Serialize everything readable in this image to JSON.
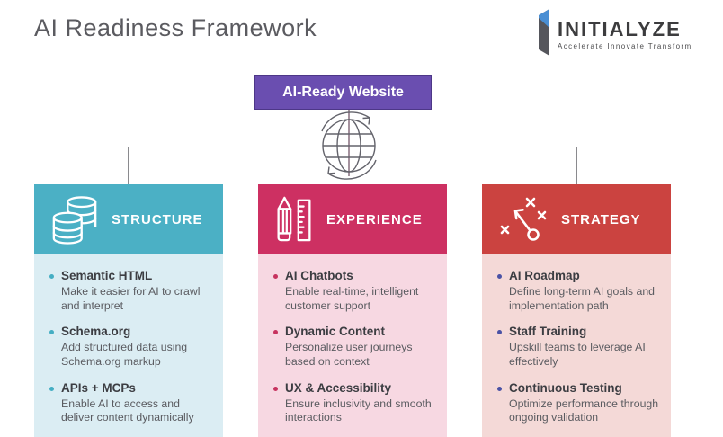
{
  "page": {
    "title": "AI Readiness Framework"
  },
  "logo": {
    "name": "INITIALYZE",
    "tagline": "Accelerate  Innovate  Transform",
    "icon": "initialyze-banner-icon",
    "icon_colors": {
      "blue": "#4a8fd4",
      "dark": "#55565c"
    }
  },
  "root_node": {
    "label": "AI-Ready Website",
    "color": "#6a4eb0",
    "icon_below": "globe-icon"
  },
  "connector_color": "#8a8a8e",
  "columns": [
    {
      "id": "structure",
      "title": "STRUCTURE",
      "icon": "database-icon",
      "header_color": "#4bb0c5",
      "body_color": "#dbedf3",
      "bullet_color": "#45aec3",
      "items": [
        {
          "title": "Semantic HTML",
          "desc": "Make it easier for AI to crawl and interpret"
        },
        {
          "title": "Schema.org",
          "desc": "Add structured data using Schema.org markup"
        },
        {
          "title": "APIs + MCPs",
          "desc": "Enable AI to access and deliver content dynamically"
        }
      ]
    },
    {
      "id": "experience",
      "title": "EXPERIENCE",
      "icon": "pencil-ruler-icon",
      "header_color": "#cd3062",
      "body_color": "#f7d8e2",
      "bullet_color": "#c7335f",
      "items": [
        {
          "title": "AI Chatbots",
          "desc": "Enable real-time, intelligent customer support"
        },
        {
          "title": "Dynamic Content",
          "desc": "Personalize user journeys based on context"
        },
        {
          "title": "UX & Accessibility",
          "desc": "Ensure inclusivity and smooth interactions"
        }
      ]
    },
    {
      "id": "strategy",
      "title": "STRATEGY",
      "icon": "strategy-play-icon",
      "header_color": "#cb4340",
      "body_color": "#f4d9d7",
      "bullet_color": "#4a52a5",
      "items": [
        {
          "title": "AI Roadmap",
          "desc": "Define long-term AI goals and implementation path"
        },
        {
          "title": "Staff Training",
          "desc": "Upskill teams to leverage AI effectively"
        },
        {
          "title": "Continuous Testing",
          "desc": "Optimize performance through ongoing validation"
        }
      ]
    }
  ]
}
